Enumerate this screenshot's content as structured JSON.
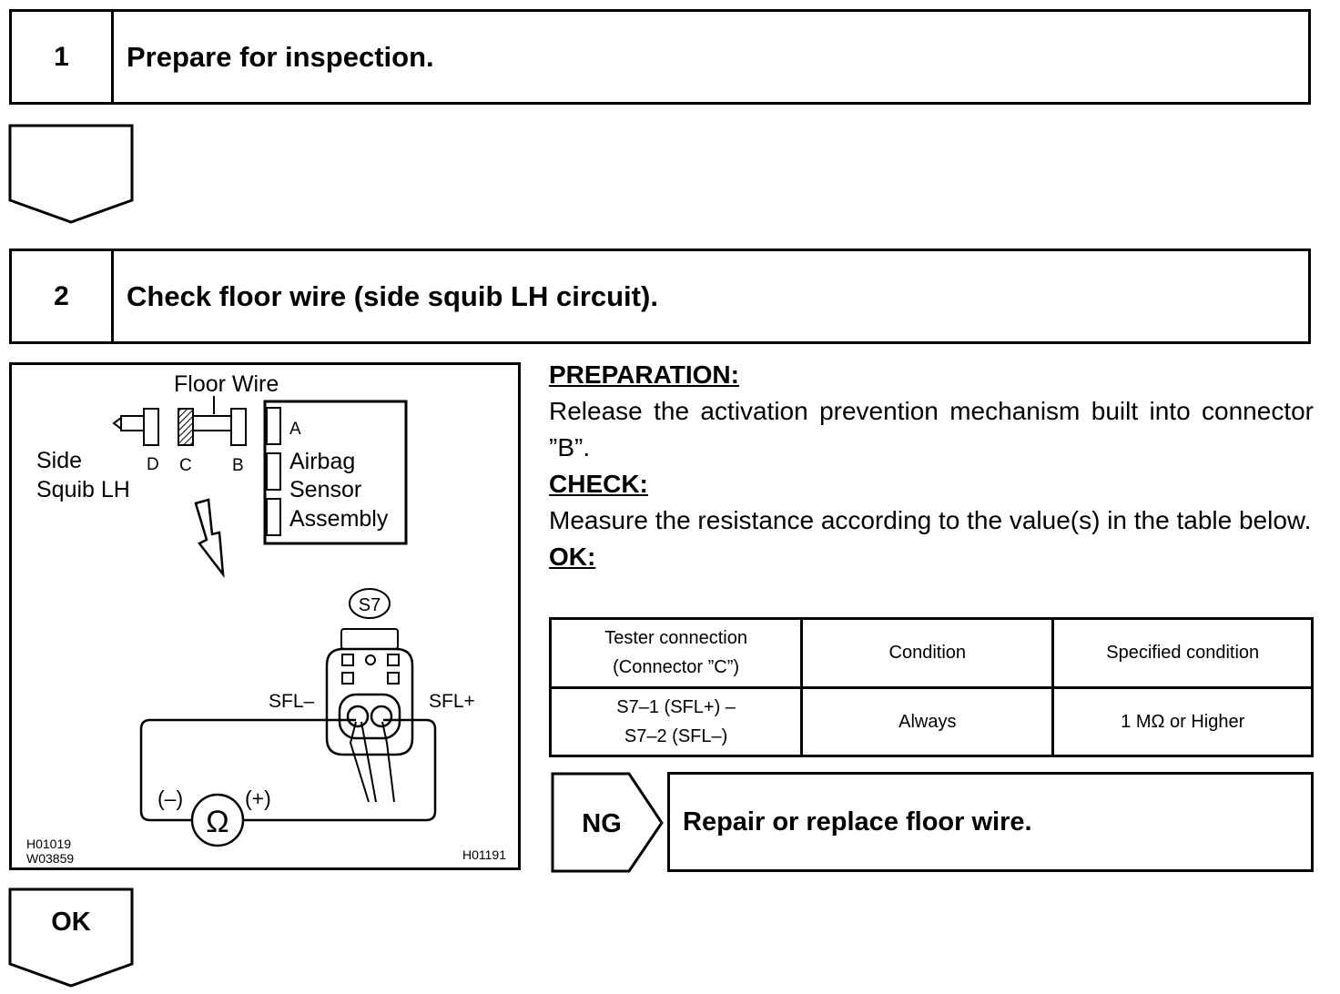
{
  "steps": [
    {
      "number": "1",
      "title": "Prepare for inspection."
    },
    {
      "number": "2",
      "title": "Check floor wire (side squib LH circuit)."
    }
  ],
  "ok_arrow": {
    "label": "OK"
  },
  "diagram": {
    "floor_wire": "Floor Wire",
    "side_squib_line1": "Side",
    "side_squib_line2": "Squib LH",
    "connector_d": "D",
    "connector_c": "C",
    "connector_b": "B",
    "connector_a": "A",
    "sensor_line1": "Airbag",
    "sensor_line2": "Sensor",
    "sensor_line3": "Assembly",
    "connector_id": "S7",
    "sfl_minus": "SFL–",
    "sfl_plus": "SFL+",
    "meter_minus": "(–)",
    "meter_plus": "(+)",
    "ohm_symbol": "Ω",
    "code1": "H01019",
    "code2": "W03859",
    "code3": "H01191"
  },
  "inspection": {
    "preparation_heading": "PREPARATION:",
    "preparation_text": "Release the activation prevention mechanism built into connector ”B”.",
    "check_heading": "CHECK:",
    "check_text": "Measure the resistance according to the value(s) in the table below.",
    "ok_heading": "OK:"
  },
  "table": {
    "headers": [
      "Tester connection (Connector ”C”)",
      "Condition",
      "Specified condition"
    ],
    "header_line1": "Tester connection",
    "header_line2": "(Connector ”C”)",
    "row_connection_line1": "S7–1 (SFL+) –",
    "row_connection_line2": "S7–2 (SFL–)",
    "row_condition": "Always",
    "row_specified": "1 MΩ or Higher"
  },
  "ng": {
    "label": "NG",
    "action": "Repair or replace floor wire."
  }
}
